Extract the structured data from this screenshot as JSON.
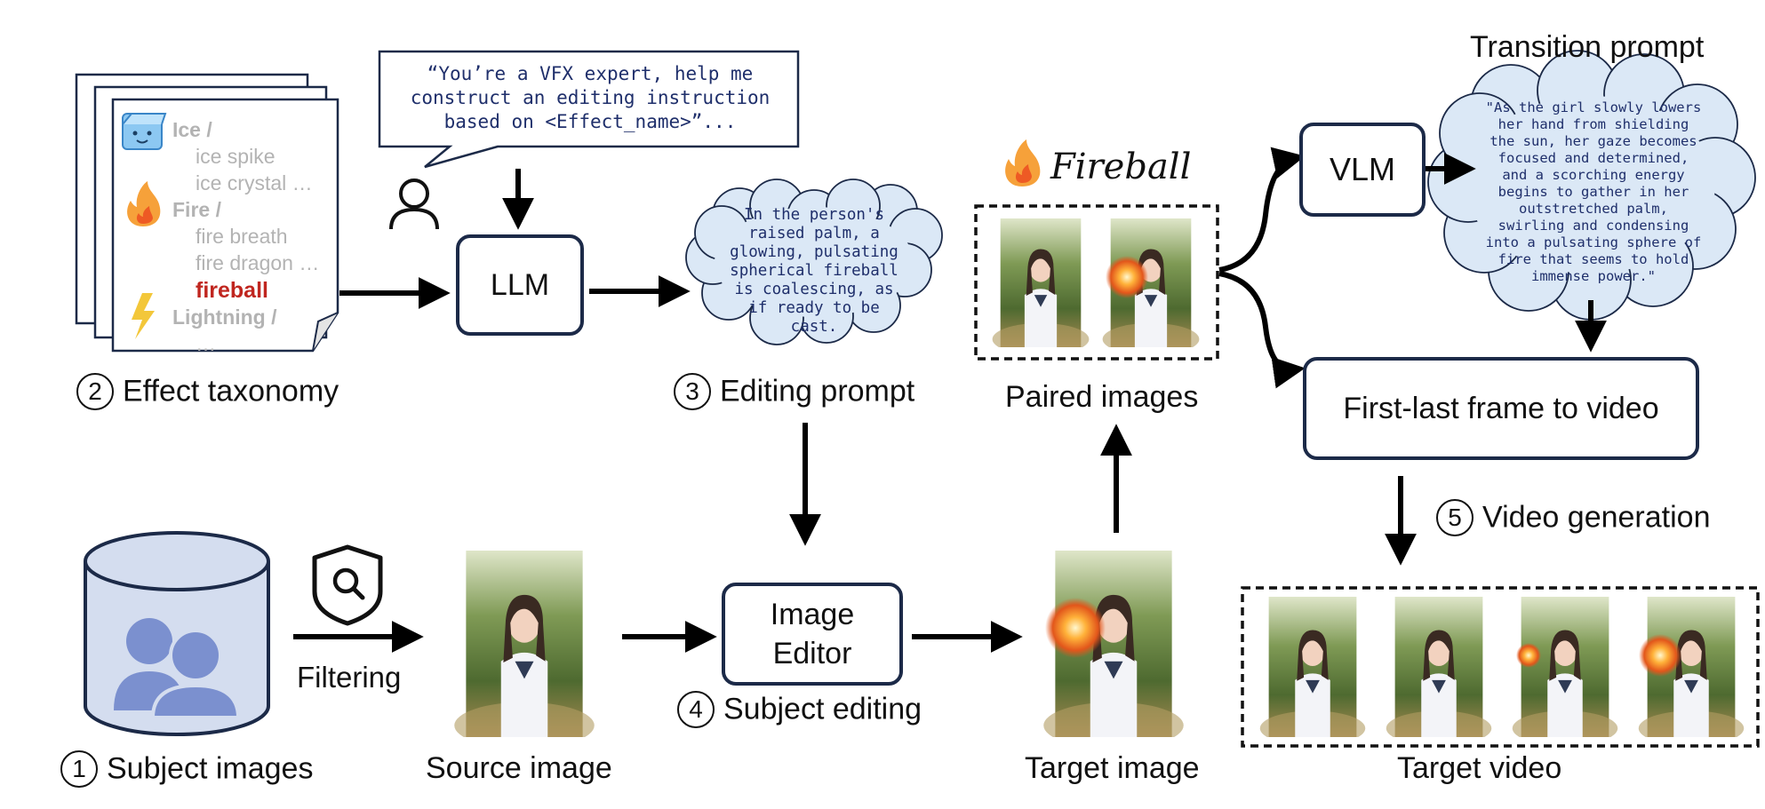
{
  "labels": {
    "taxonomy": {
      "num": "2",
      "text": "Effect taxonomy"
    },
    "editing_prompt": {
      "num": "3",
      "text": "Editing prompt"
    },
    "subject_images": {
      "num": "1",
      "text": "Subject images"
    },
    "subject_editing": {
      "num": "4",
      "text": "Subject editing"
    },
    "video_generation": {
      "num": "5",
      "text": "Video generation"
    },
    "filtering": "Filtering",
    "source_image": "Source image",
    "target_image": "Target image",
    "paired_images": "Paired images",
    "target_video": "Target video",
    "transition_prompt": "Transition prompt",
    "fireball_title": "Fireball"
  },
  "boxes": {
    "llm": "LLM",
    "image_editor_line1": "Image",
    "image_editor_line2": "Editor",
    "vlm": "VLM",
    "flf2v": "First-last frame to video"
  },
  "speech_bubble": "“You’re a VFX expert, help me construct an editing instruction based on <Effect_name>”...",
  "editing_cloud_text": "In the person's raised palm, a glowing, pulsating spherical fireball is coalescing, as if ready to be cast.",
  "transition_cloud_text": "\"As the girl slowly lowers her hand from shielding the sun, her gaze becomes focused and determined, and a scorching energy begins to gather in her outstretched palm, swirling and condensing into a pulsating sphere of fire that seems to hold immense power.\"",
  "taxonomy": {
    "ice": {
      "title": "Ice /",
      "items": [
        "ice spike",
        "ice crystal …"
      ]
    },
    "fire": {
      "title": "Fire /",
      "items": [
        "fire breath",
        "fire dragon …"
      ],
      "selected": "fireball"
    },
    "lightning": {
      "title": "Lightning /",
      "items": [
        "…"
      ]
    }
  },
  "colors": {
    "box_border": "#1c2a48",
    "cloud_fill": "#dbe8f6",
    "selected_effect": "#c0261f",
    "taxonomy_gray": "#b3b3b3",
    "database_fill": "#d4ddef",
    "person_icon": "#7b90cf"
  }
}
